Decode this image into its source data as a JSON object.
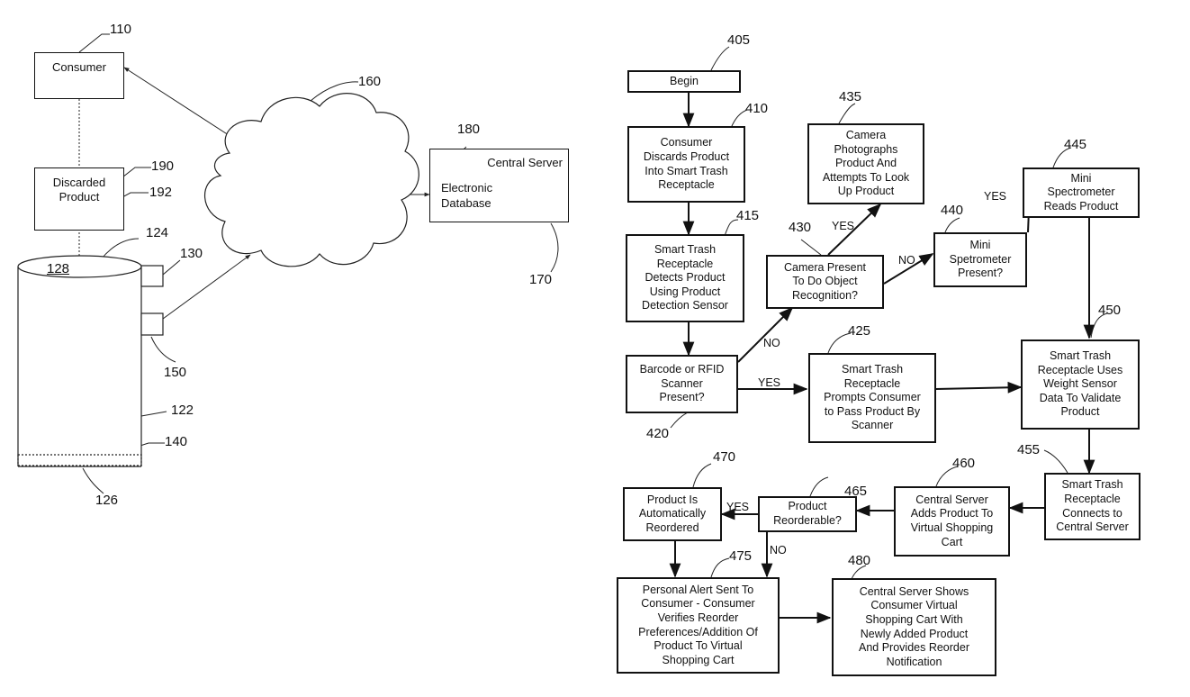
{
  "figure_a": {
    "consumer": {
      "label": "Consumer",
      "ref": "110"
    },
    "discarded_product": {
      "label": "Discarded\nProduct",
      "ref": "190",
      "tag_ref": "192"
    },
    "cloud": {
      "ref": "160"
    },
    "central_server": {
      "label": "Central Server",
      "ref": "170",
      "db_label": "Electronic\nDatabase",
      "db_ref": "180"
    },
    "receptacle": {
      "ref": "122",
      "top_ref": "124",
      "opening_ref": "128",
      "bottom_ref": "126",
      "sensor_ref": "130",
      "comm_ref": "150",
      "scale_ref": "140"
    }
  },
  "flowchart": {
    "begin": {
      "label": "Begin",
      "ref": "405"
    },
    "s410": {
      "label": "Consumer\nDiscards Product\nInto Smart Trash\nReceptacle",
      "ref": "410"
    },
    "s415": {
      "label": "Smart Trash\nReceptacle\nDetects Product\nUsing Product\nDetection Sensor",
      "ref": "415"
    },
    "s420": {
      "label": "Barcode or RFID\nScanner\nPresent?",
      "ref": "420"
    },
    "s425": {
      "label": "Smart Trash\nReceptacle\nPrompts Consumer\nto Pass Product By\nScanner",
      "ref": "425"
    },
    "s430": {
      "label": "Camera Present\nTo Do Object\nRecognition?",
      "ref": "430"
    },
    "s435": {
      "label": "Camera\nPhotographs\nProduct And\nAttempts To Look\nUp Product",
      "ref": "435"
    },
    "s440": {
      "label": "Mini\nSpetrometer\nPresent?",
      "ref": "440"
    },
    "s445": {
      "label": "Mini\nSpectrometer\nReads Product",
      "ref": "445"
    },
    "s450": {
      "label": "Smart Trash\nReceptacle Uses\nWeight Sensor\nData To Validate\nProduct",
      "ref": "450"
    },
    "s455": {
      "label": "Smart Trash\nReceptacle\nConnects to\nCentral Server",
      "ref": "455"
    },
    "s460": {
      "label": "Central Server\nAdds Product To\nVirtual Shopping\nCart",
      "ref": "460"
    },
    "s465": {
      "label": "Product\nReorderable?",
      "ref": "465"
    },
    "s470": {
      "label": "Product Is\nAutomatically\nReordered",
      "ref": "470"
    },
    "s475": {
      "label": "Personal Alert Sent To\nConsumer - Consumer\nVerifies Reorder\nPreferences/Addition Of\nProduct To Virtual\nShopping Cart",
      "ref": "475"
    },
    "s480": {
      "label": "Central Server Shows\nConsumer Virtual\nShopping Cart With\nNewly Added Product\nAnd Provides Reorder\nNotification",
      "ref": "480"
    },
    "edges": {
      "yes": "YES",
      "no": "NO"
    }
  }
}
